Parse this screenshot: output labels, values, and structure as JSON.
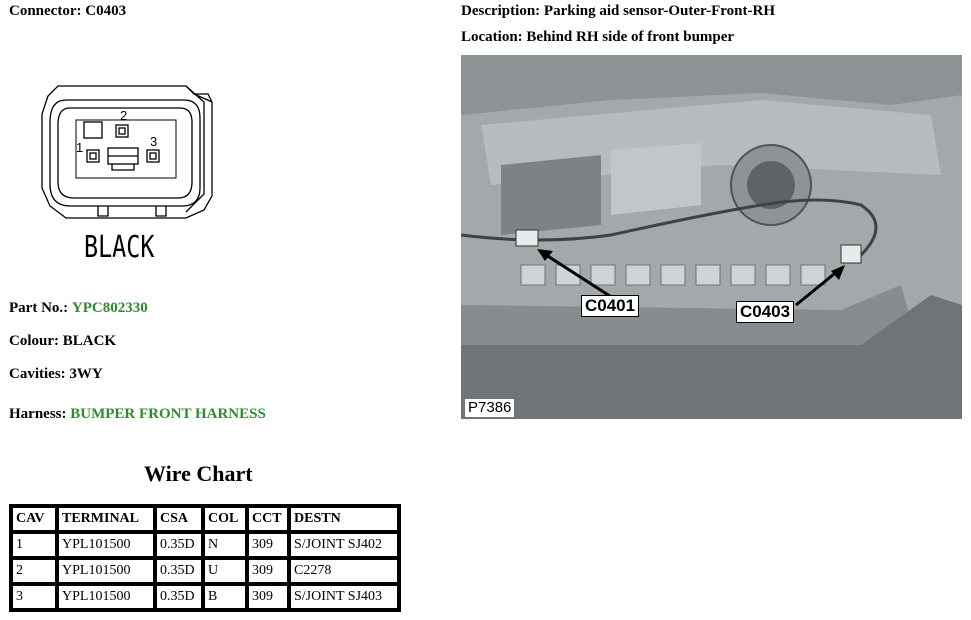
{
  "connector": {
    "label": "Connector:",
    "value": "C0403"
  },
  "description": {
    "label": "Description:",
    "value": "Parking aid sensor-Outer-Front-RH"
  },
  "location": {
    "label": "Location:",
    "value": "Behind RH side of front bumper"
  },
  "connector_diagram": {
    "cavity_numbers": [
      "1",
      "2",
      "3"
    ],
    "color_label": "BLACK"
  },
  "part_no": {
    "label": "Part No.:",
    "value": "YPC802330"
  },
  "colour": {
    "label": "Colour:",
    "value": "BLACK"
  },
  "cavities": {
    "label": "Cavities:",
    "value": "3WY"
  },
  "harness": {
    "label": "Harness:",
    "value": "BUMPER FRONT HARNESS"
  },
  "photo": {
    "callouts": [
      "C0401",
      "C0403"
    ],
    "id": "P7386"
  },
  "wire_chart": {
    "title": "Wire Chart",
    "headers": [
      "CAV",
      "TERMINAL",
      "CSA",
      "COL",
      "CCT",
      "DESTN"
    ],
    "rows": [
      [
        "1",
        "YPL101500",
        "0.35D",
        "N",
        "309",
        "S/JOINT SJ402"
      ],
      [
        "2",
        "YPL101500",
        "0.35D",
        "U",
        "309",
        "C2278"
      ],
      [
        "3",
        "YPL101500",
        "0.35D",
        "B",
        "309",
        "S/JOINT SJ403"
      ]
    ]
  },
  "colors": {
    "green_text": "#2e8b2e",
    "photo_bg": "#9ea3a6"
  }
}
